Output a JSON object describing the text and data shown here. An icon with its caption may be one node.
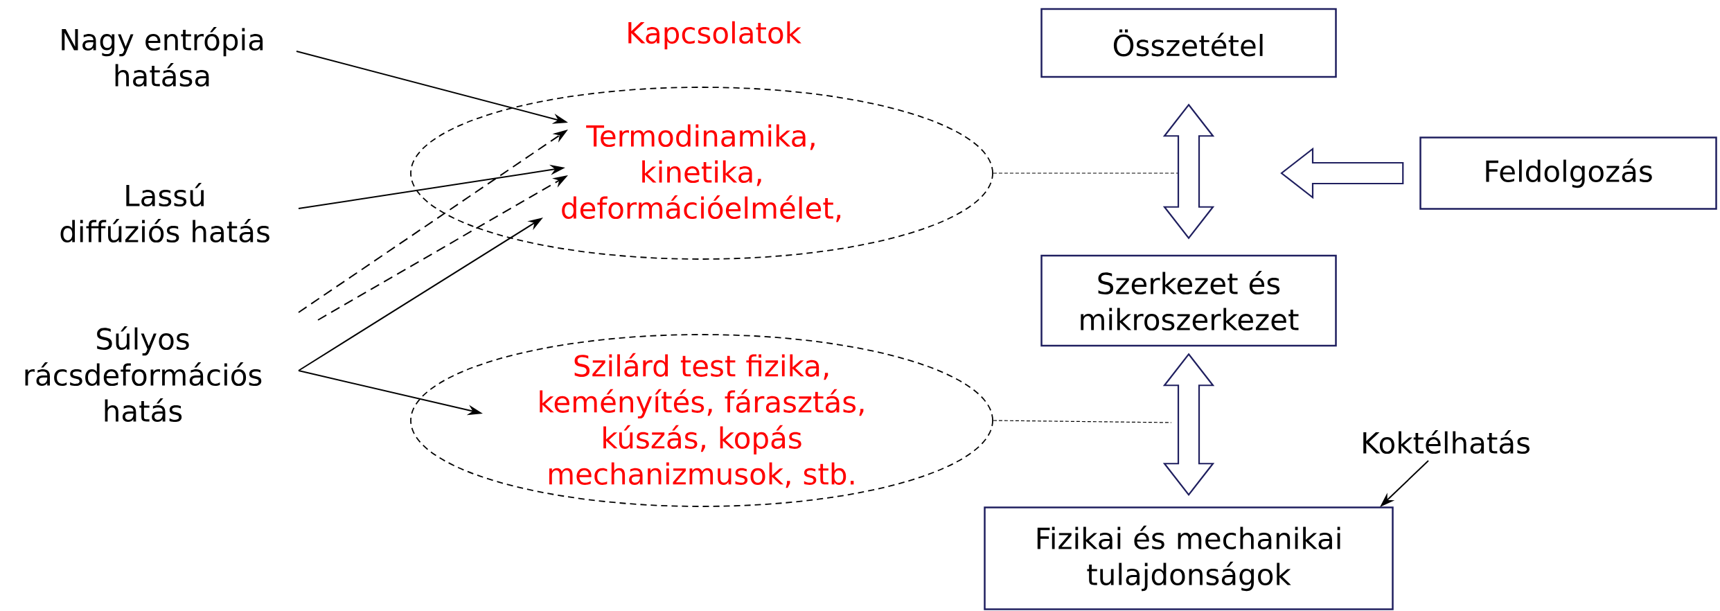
{
  "diagram": {
    "nodes": [
      {
        "text": [
          "Nagy entrópia hatása"
        ]
      },
      {
        "text": [
          "Lassú diffúziós hatás"
        ]
      },
      {
        "text": [
          "Súlyos rácsdeformációs hatás"
        ]
      },
      {
        "text": [
          "Termodinamika, kinetika, deformációelmélet,"
        ]
      },
      {
        "text": [
          "Szilárd test fizika, keményítés, fárasztás, kúszás, kopás mechanizmusok, stb."
        ]
      },
      {
        "text": [
          "Összetétel"
        ]
      },
      {
        "text": [
          "Feldolgozás"
        ]
      },
      {
        "text": [
          "Szerkezet és mikroszerkezet"
        ]
      },
      {
        "text": [
          "Fizikai és mechanikai tulajdonságok"
        ]
      },
      {
        "text": [
          "Koktélhatás"
        ]
      }
    ],
    "edges": [
      {
        "from": 0,
        "to": 3,
        "arrow": "to"
      },
      {
        "from": 1,
        "to": 3,
        "arrow": "to"
      },
      {
        "from": 2,
        "to": 3,
        "arrow": "to",
        "style": "dashed"
      },
      {
        "from": 2,
        "to": 3,
        "arrow": "to",
        "style": "dashed"
      },
      {
        "from": 2,
        "to": 3,
        "arrow": "to"
      },
      {
        "from": 2,
        "to": 4,
        "arrow": "to"
      },
      {
        "from": 3,
        "to": null,
        "arrow": "none",
        "style": "dashed"
      },
      {
        "from": 4,
        "to": null,
        "arrow": "none",
        "style": "dashed"
      },
      {
        "from": 5,
        "to": 7,
        "arrow": "both",
        "style": "thick",
        "color": "#1f1f5f"
      },
      {
        "from": 6,
        "to": null,
        "arrow": "to",
        "style": "thick",
        "color": "#1f1f5f"
      },
      {
        "from": 7,
        "to": 8,
        "arrow": "both",
        "style": "thick",
        "color": "#1f1f5f"
      },
      {
        "from": 9,
        "to": 8,
        "arrow": "to"
      }
    ],
    "labels": [
      "Kapcsolatok"
    ]
  }
}
